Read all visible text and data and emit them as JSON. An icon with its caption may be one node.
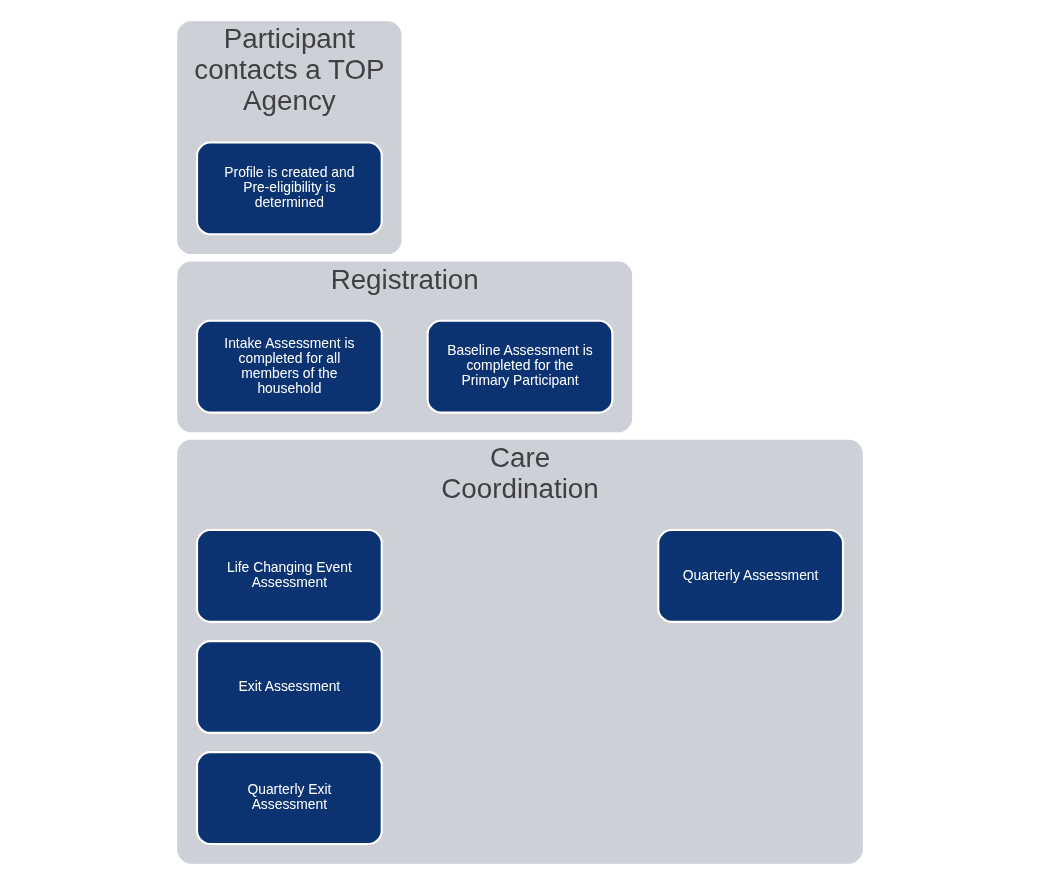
{
  "diagram": {
    "nodes": [
      {
        "text": [
          "Participant contacts a TOP Agency"
        ]
      },
      {
        "text": [
          "Profile is created and Pre-eligibility is determined"
        ],
        "in": 0
      },
      {
        "text": [
          "Registration"
        ]
      },
      {
        "text": [
          "Baseline Assessment is completed for the Primary Participant"
        ],
        "in": 2
      },
      {
        "text": [
          "Intake Assessment is completed for all members of the household"
        ],
        "in": 2
      },
      {
        "text": [
          "Care Coordination"
        ]
      },
      {
        "text": [
          "Quarterly Assessment"
        ],
        "in": 5
      },
      {
        "text": [
          "Life Changing Event Assessment"
        ],
        "in": 5
      },
      {
        "text": [
          "Exit Assessment"
        ],
        "in": 5
      },
      {
        "text": [
          "Quarterly Exit Assessment"
        ],
        "in": 5
      }
    ],
    "edges": []
  }
}
